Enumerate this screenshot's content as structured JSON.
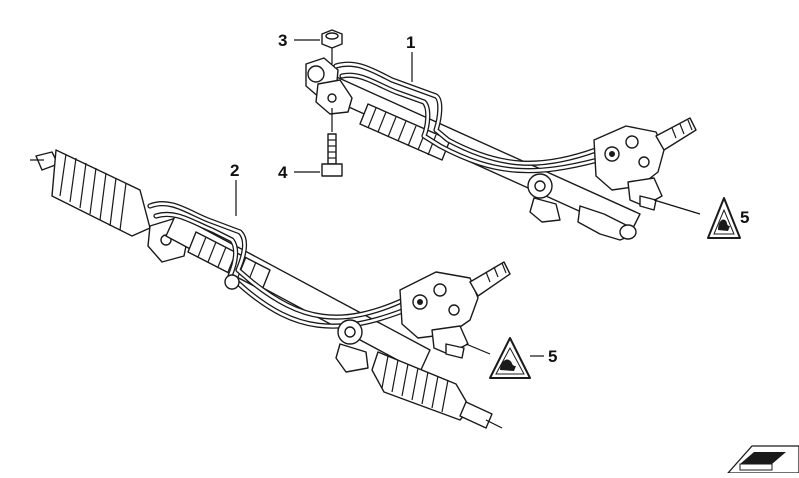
{
  "callouts": [
    {
      "id": "c1",
      "label": "1"
    },
    {
      "id": "c2",
      "label": "2"
    },
    {
      "id": "c3",
      "label": "3"
    },
    {
      "id": "c4",
      "label": "4"
    },
    {
      "id": "c5a",
      "label": "5"
    },
    {
      "id": "c5b",
      "label": "5"
    }
  ],
  "icons": {
    "warning_a": "warning-triangle-icon",
    "warning_b": "warning-triangle-icon",
    "corner": "diagram-id-tab-icon"
  },
  "colors": {
    "line": "#1a1a1a",
    "background": "#ffffff"
  }
}
